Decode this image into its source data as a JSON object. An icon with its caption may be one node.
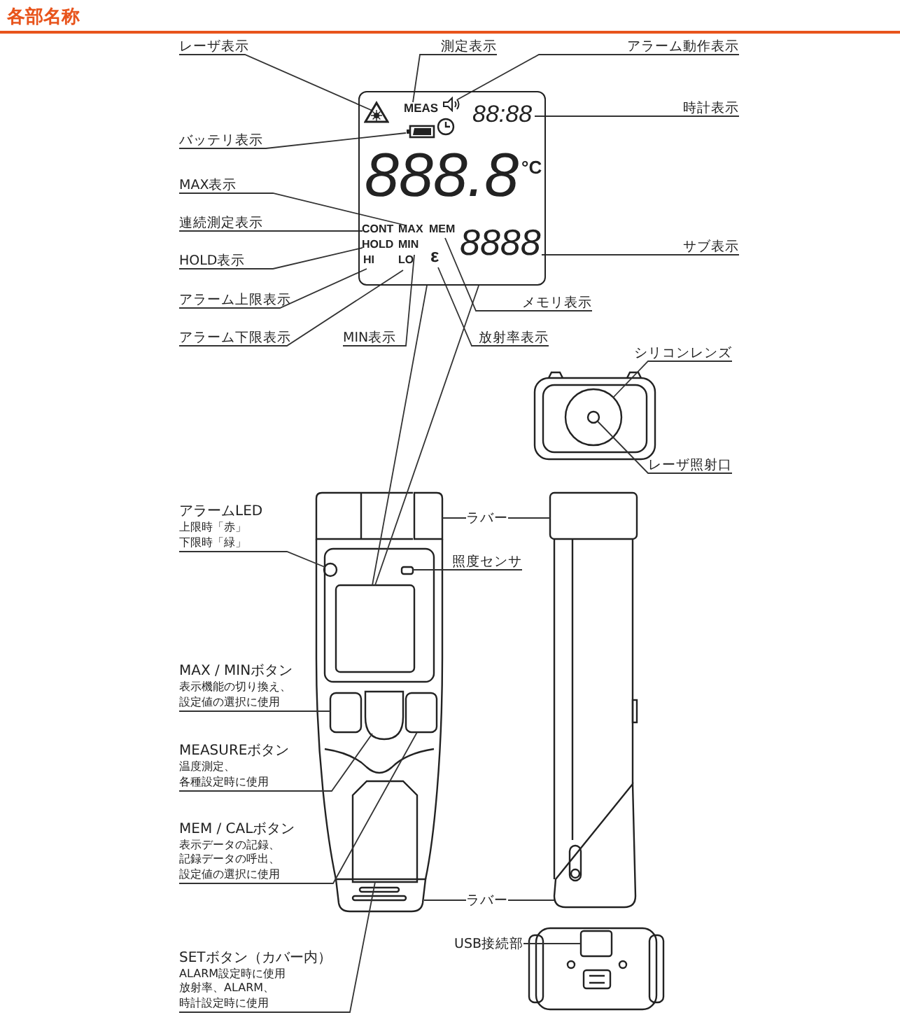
{
  "diagram": {
    "title": "各部名称",
    "nodes": [
      {
        "text": [],
        "shape": "box"
      },
      {
        "text": [],
        "shape": "triangle",
        "in": 0
      },
      {
        "text": [
          "MEAS"
        ],
        "in": 0
      },
      {
        "text": [],
        "shape": "speaker",
        "in": 0
      },
      {
        "text": [
          "88:88"
        ],
        "in": 0
      },
      {
        "text": [],
        "shape": "battery",
        "in": 0
      },
      {
        "text": [
          "888.8"
        ],
        "in": 0
      },
      {
        "text": [
          "CONT"
        ],
        "in": 0
      },
      {
        "text": [
          "MAX"
        ],
        "in": 0
      },
      {
        "text": [
          "MEM"
        ],
        "in": 0
      },
      {
        "text": [
          "HOLD"
        ],
        "in": 0
      },
      {
        "text": [
          "MIN"
        ],
        "in": 0
      },
      {
        "text": [
          "HI"
        ],
        "in": 0
      },
      {
        "text": [
          "LO"
        ],
        "in": 0
      },
      {
        "text": [
          "ε"
        ],
        "in": 0
      },
      {
        "text": [
          "8888"
        ],
        "in": 0
      },
      {
        "text": [
          "レーザ表示"
        ]
      },
      {
        "text": [
          "測定表示"
        ]
      },
      {
        "text": [
          "アラーム動作表示"
        ]
      },
      {
        "text": [
          "時計表示"
        ]
      },
      {
        "text": [
          "バッテリ表示"
        ]
      },
      {
        "text": [
          "MAX表示"
        ]
      },
      {
        "text": [
          "連続測定表示"
        ]
      },
      {
        "text": [
          "HOLD表示"
        ]
      },
      {
        "text": [
          "アラーム上限表示"
        ]
      },
      {
        "text": [
          "アラーム下限表示"
        ]
      },
      {
        "text": [
          "MIN表示"
        ]
      },
      {
        "text": [
          "メモリ表示"
        ]
      },
      {
        "text": [
          "放射率表示"
        ]
      },
      {
        "text": [
          "サブ表示"
        ]
      },
      {
        "text": [],
        "shape": "box"
      },
      {
        "text": [],
        "shape": "circle"
      },
      {
        "text": [],
        "shape": "circle",
        "in": 31
      },
      {
        "text": [
          "シリコンレンズ"
        ]
      },
      {
        "text": [
          "レーザ照射口"
        ]
      },
      {
        "text": [
          "アラームLED",
          "上限時「赤」下限時「緑」"
        ]
      },
      {
        "text": [],
        "shape": "circle"
      },
      {
        "text": [
          "ラバー"
        ]
      },
      {
        "text": [],
        "shape": "box"
      },
      {
        "text": [],
        "shape": "box"
      },
      {
        "text": [
          "照度センサ"
        ]
      },
      {
        "text": [],
        "shape": "box"
      },
      {
        "text": [
          "MAX / MINボタン",
          "表示機能の切り換え、設定値の選択に使用"
        ]
      },
      {
        "text": [],
        "shape": "box"
      },
      {
        "text": [
          "MEASUREボタン",
          "温度測定、各種設定時に使用"
        ]
      },
      {
        "text": [],
        "shape": "box"
      },
      {
        "text": [
          "MEM / CALボタン",
          "表示データの記録、記録データの呼出、設定値の選択に使用"
        ]
      },
      {
        "text": [],
        "shape": "box"
      },
      {
        "text": [
          "ラバー"
        ]
      },
      {
        "text": [],
        "shape": "box"
      },
      {
        "text": [],
        "shape": "box"
      },
      {
        "text": [
          "SETボタン（カバー内）",
          "ALARM設定時に使用",
          "放射率、ALARM、時計設定時に使用"
        ]
      },
      {
        "text": [],
        "shape": "box"
      },
      {
        "text": [
          "USB接続部"
        ]
      },
      {
        "text": [],
        "shape": "box"
      }
    ],
    "edges": [
      {
        "from": 16,
        "to": 1,
        "arrow": "none"
      },
      {
        "from": 17,
        "to": 2,
        "arrow": "none"
      },
      {
        "from": 18,
        "to": 3,
        "arrow": "none"
      },
      {
        "from": 19,
        "to": 4,
        "arrow": "none"
      },
      {
        "from": 20,
        "to": 5,
        "arrow": "none"
      },
      {
        "from": 21,
        "to": 8,
        "arrow": "none"
      },
      {
        "from": 22,
        "to": 7,
        "arrow": "none"
      },
      {
        "from": 23,
        "to": 10,
        "arrow": "none"
      },
      {
        "from": 24,
        "to": 12,
        "arrow": "none"
      },
      {
        "from": 25,
        "to": 13,
        "arrow": "none"
      },
      {
        "from": 26,
        "to": 11,
        "arrow": "none"
      },
      {
        "from": 27,
        "to": 9,
        "arrow": "none"
      },
      {
        "from": 28,
        "to": 14,
        "arrow": "none"
      },
      {
        "from": 29,
        "to": 15,
        "arrow": "none"
      },
      {
        "from": 0,
        "to": 30,
        "arrow": "none"
      },
      {
        "from": 0,
        "to": 30,
        "arrow": "none"
      },
      {
        "from": 33,
        "to": 31,
        "arrow": "none"
      },
      {
        "from": 34,
        "to": 32,
        "arrow": "none"
      },
      {
        "from": 35,
        "to": 36,
        "arrow": "none"
      },
      {
        "from": 37,
        "to": 38,
        "arrow": "none"
      },
      {
        "from": 37,
        "to": 39,
        "arrow": "none"
      },
      {
        "from": 40,
        "to": 41,
        "arrow": "none"
      },
      {
        "from": 42,
        "to": 43,
        "arrow": "none"
      },
      {
        "from": 44,
        "to": 45,
        "arrow": "none"
      },
      {
        "from": 46,
        "to": 47,
        "arrow": "none"
      },
      {
        "from": 48,
        "to": 49,
        "arrow": "none"
      },
      {
        "from": 48,
        "to": 50,
        "arrow": "none"
      },
      {
        "from": 51,
        "to": 52,
        "arrow": "none"
      },
      {
        "from": 53,
        "to": 54,
        "arrow": "none"
      }
    ],
    "labels": [
      "°C"
    ]
  }
}
